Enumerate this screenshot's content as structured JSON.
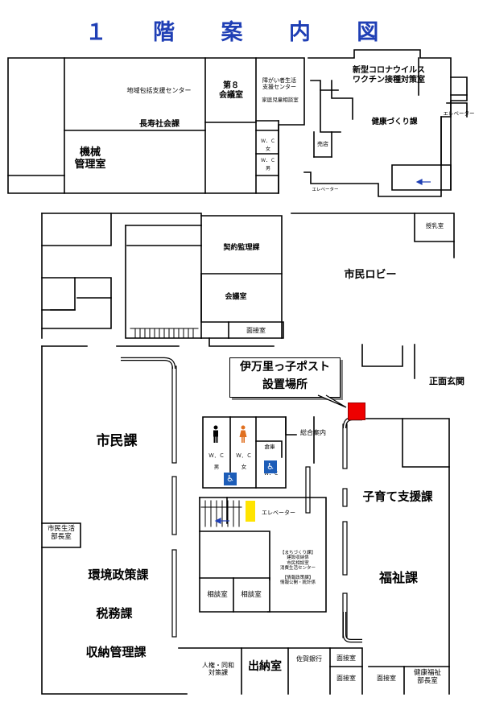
{
  "title": "１ 階 案 内 図",
  "callout": {
    "line1": "伊万里っ子ポスト",
    "line2": "設置場所"
  },
  "rooms": {
    "kikai": "機械\n管理室",
    "chiiki": "地域包括支援センター",
    "choju": "長寿社会課",
    "dai8": "第８\n会議室",
    "shogai": "障がい者生活\n支援センター",
    "katei": "家庭児童相談室",
    "wc_f_top": "Ｗ．Ｃ",
    "women_top": "女",
    "wc_m_top": "Ｗ．Ｃ",
    "men_top": "男",
    "corona": "新型コロナウイルス\nワクチン接種対策室",
    "kenko": "健康づくり課",
    "baiten": "売店",
    "elev_top_right": "エレベーター",
    "elev_top_left": "エレベーター",
    "junyu": "授乳室",
    "keiyaku": "契約監理課",
    "kaigi": "会議室",
    "mensetsu_mid": "面接室",
    "lobby": "市民ロビー",
    "genkan": "正面玄関",
    "shimin": "市民課",
    "wc_m": "Ｗ．Ｃ",
    "men": "男",
    "wc_f": "Ｗ．Ｃ",
    "women": "女",
    "souko": "倉庫",
    "wc_accessible": "Ｗ．Ｃ",
    "sogo": "総合案内",
    "kaidan": "階段",
    "elev_center": "エレベーター",
    "shimin_seikatsu": "市民生活\n部長室",
    "kosodate": "子育て支援課",
    "machi": "【まちづくり課】\n建設収納係\n市民相談室\n消費生活センター",
    "joho": "【情報政策課】\n情報公開・統計係",
    "kankyo": "環境政策課",
    "fukushi": "福祉課",
    "sodan1": "相談室",
    "sodan2": "相談室",
    "zeimu": "税務課",
    "shuno": "収納管理課",
    "jinken": "人権・同和\n対策課",
    "suitou": "出納室",
    "saga": "佐賀銀行",
    "mensetsu_b1": "面接室",
    "mensetsu_b2": "面接室",
    "mensetsu_b3": "面接室",
    "kenko_fukushi": "健康福祉\n部長室"
  },
  "colors": {
    "title": "#1f3fb5",
    "post_marker": "#ee0000",
    "stairs_marker": "#ffe400",
    "wc_sign": "#1d5db8",
    "women_figure": "#e07020",
    "arrow": "#1f3fb5"
  }
}
